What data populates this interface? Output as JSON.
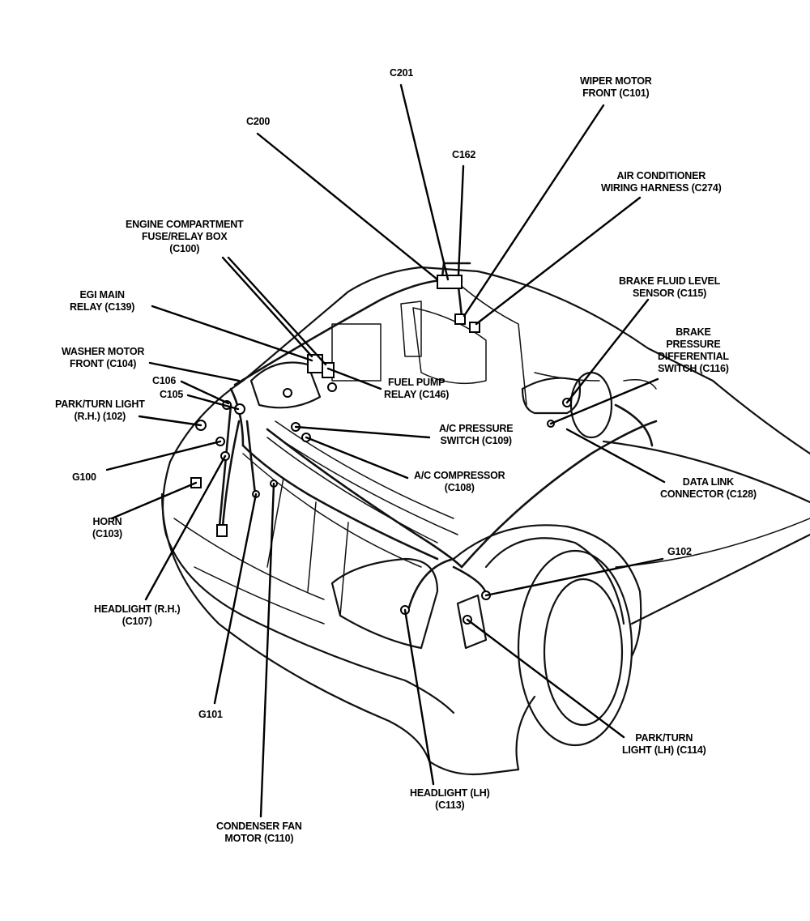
{
  "diagram": {
    "colors": {
      "ink": "#000000",
      "background": "#ffffff"
    },
    "labels": {
      "c201": "C201",
      "wiper_motor": "WIPER MOTOR\nFRONT (C101)",
      "c200": "C200",
      "c162": "C162",
      "ac_harness": "AIR CONDITIONER\nWIRING HARNESS (C274)",
      "fuse_box": "ENGINE COMPARTMENT\nFUSE/RELAY BOX\n(C100)",
      "egi_relay": "EGI MAIN\nRELAY (C139)",
      "brake_fluid": "BRAKE FLUID LEVEL\nSENSOR (C115)",
      "brake_pressure": "BRAKE\nPRESSURE\nDIFFERENTIAL\nSWITCH (C116)",
      "washer_motor": "WASHER MOTOR\nFRONT (C104)",
      "fuel_pump_relay": "FUEL PUMP\nRELAY (C146)",
      "c106": "C106",
      "c105": "C105",
      "park_turn_rh": "PARK/TURN LIGHT\n(R.H.) (102)",
      "ac_pressure_switch": "A/C PRESSURE\nSWITCH (C109)",
      "g100": "G100",
      "ac_compressor": "A/C COMPRESSOR\n(C108)",
      "data_link": "DATA LINK\nCONNECTOR (C128)",
      "horn": "HORN\n(C103)",
      "g102": "G102",
      "headlight_rh": "HEADLIGHT (R.H.)\n(C107)",
      "g101": "G101",
      "park_turn_lh": "PARK/TURN\nLIGHT (LH) (C114)",
      "headlight_lh": "HEADLIGHT (LH)\n(C113)",
      "condenser_fan": "CONDENSER FAN\nMOTOR (C110)"
    }
  }
}
